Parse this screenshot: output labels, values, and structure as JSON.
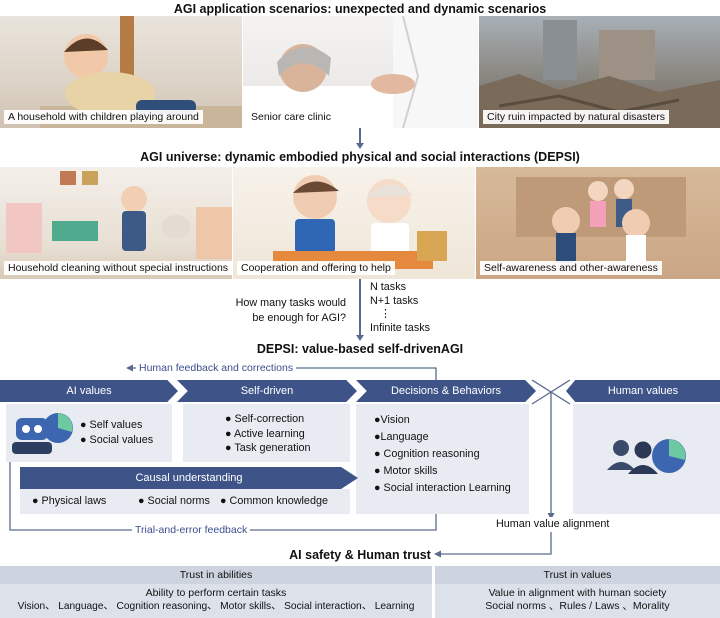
{
  "top_title": "AGI application scenarios: unexpected and dynamic scenarios",
  "scenarios": [
    {
      "caption": "A household with children playing around"
    },
    {
      "caption": "Senior care clinic"
    },
    {
      "caption": "City ruin impacted by natural disasters"
    }
  ],
  "universe_title": "AGI universe: dynamic embodied physical and social interactions (DEPSI)",
  "universe": [
    {
      "caption": "Household cleaning without special instructions"
    },
    {
      "caption": "Cooperation and offering to help"
    },
    {
      "caption": "Self-awareness and other-awareness"
    }
  ],
  "tasks_question": [
    "How many tasks would",
    "be enough for AGI?"
  ],
  "tasks_list": [
    "N tasks",
    "N+1 tasks",
    "⋮",
    "Infinite tasks"
  ],
  "depsi_title": "DEPSI: value-based self-drivenAGI",
  "human_feedback": "Human feedback and corrections",
  "trial_feedback": "Trial-and-error feedback",
  "ai_values": {
    "header": "AI values",
    "items": [
      "Self values",
      "Social values"
    ]
  },
  "self_driven": {
    "header": "Self-driven",
    "items": [
      "Self-correction",
      "Active learning",
      "Task generation"
    ]
  },
  "decisions": {
    "header": "Decisions & Behaviors",
    "items": [
      "Vision",
      "Language",
      "Cognition reasoning",
      "Motor skills",
      "Social interaction Learning"
    ]
  },
  "human_values": {
    "header": "Human values"
  },
  "causal": {
    "header": "Causal understanding",
    "items": [
      "Physical laws",
      "Social norms",
      "Common knowledge"
    ]
  },
  "alignment": "Human value alignment",
  "safety_title": "AI safety & Human trust",
  "trust_abilities": {
    "header": "Trust in abilities",
    "line1": "Ability to perform certain tasks",
    "line2": "Vision、 Language、 Cognition reasoning、 Motor skills、 Social interaction、 Learning"
  },
  "trust_values": {
    "header": "Trust in values",
    "line1": "Value in alignment with human society",
    "line2": "Social norms 、Rules / Laws 、Morality"
  },
  "colors": {
    "band": "#3e5488",
    "panel": "#e8ecf2",
    "accent_green": "#6cc9a1",
    "accent_blue": "#3c66b0",
    "arrow": "#5a6b8f"
  }
}
